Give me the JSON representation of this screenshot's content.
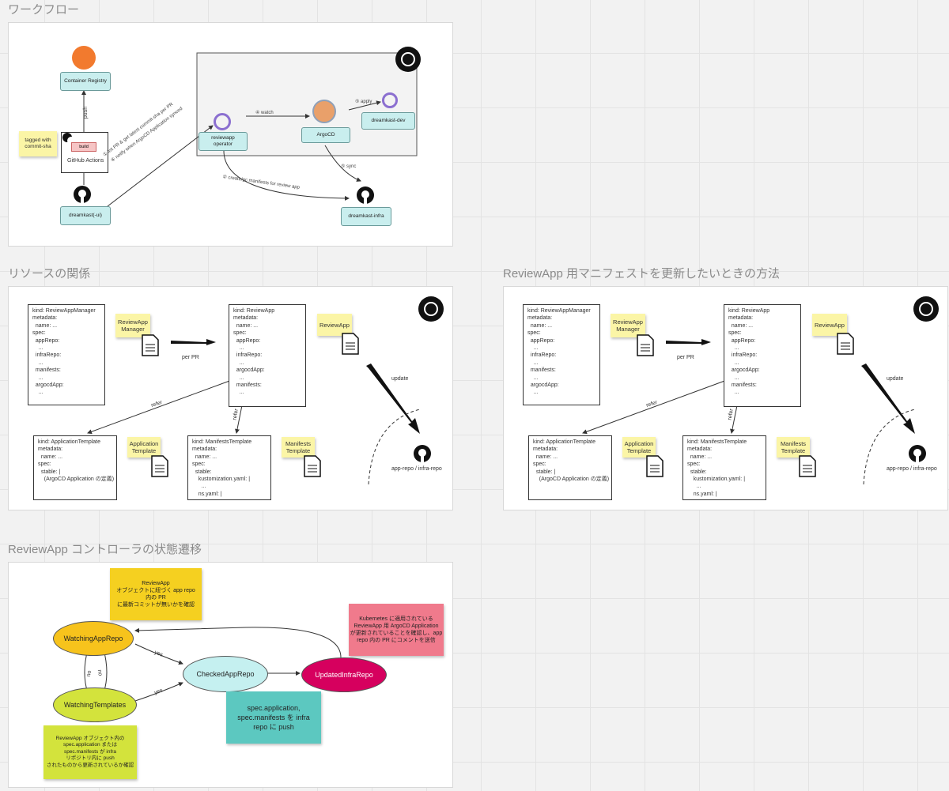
{
  "sections": {
    "workflow": "ワークフロー",
    "resources": "リソースの関係",
    "update_method": "ReviewApp 用マニフェストを更新したいときの方法",
    "state": "ReviewApp コントローラの状態遷移"
  },
  "workflow": {
    "container_registry": "Container Registry",
    "push": "push",
    "build": "build",
    "github_actions": "GitHub Actions",
    "tagged_note": "tagged with\ncommit-sha",
    "dreamkast_ui": "dreamkast(-ui)",
    "reviewapp_operator": "reviewapp\noperator",
    "argocd": "ArgoCD",
    "dreamkast_dev": "dreamkast-dev",
    "dreamkast_infra": "dreamkast-infra",
    "watch": "④ watch",
    "apply": "⑤ apply",
    "sync": "⑤ sync",
    "list_pr": "① list PR & get latest commit-sha per PR",
    "notify": "⑥ notify when ArgoCD Application synced",
    "create_manifests": "② create/gc manifests for review app"
  },
  "resources": {
    "manager_block": "kind: ReviewAppManager\nmetadata:\n  name: ...\nspec:\n  appRepo:\n    ...\n  infraRepo:\n    ...\n  manifests:\n    ...\n  argocdApp:\n    ...",
    "reviewapp_block": "kind: ReviewApp\nmetadata:\n  name: ...\nspec:\n  appRepo:\n    ...\n  infraRepo:\n    ...\n  argocdApp:\n    ...\n  manifests:\n    ...",
    "apptemplate_block": "kind: ApplicationTemplate\nmetadata:\n  name: ...\nspec:\n  stable: |\n    (ArgoCD Application の定義)",
    "manifeststemplate_block": "kind: ManifestsTemplate\nmetadata:\n  name: ...\nspec:\n  stable:\n    kustomization.yaml: |\n      ...\n    ns.yaml: |",
    "sticky_manager": "ReviewApp\nManager",
    "sticky_reviewapp": "ReviewApp",
    "sticky_apptemplate": "Application\nTemplate",
    "sticky_manifests": "Manifests\nTemplate",
    "per_pr": "per PR",
    "refer": "refer",
    "update": "update",
    "repos": "app-repo / infra-repo"
  },
  "state": {
    "note_top": "ReviewApp\nオブジェクトに紐づく app repo\n内の PR\nに最新コミットが無いかを確認",
    "note_pink": "Kubernetes に適用されている\nReviewApp 用 ArgoCD Application\nが更新されていることを確認し、app\nrepo 内の PR にコメントを送信",
    "note_teal": "spec.application,\nspec.manifests を infra\nrepo に push",
    "note_green": "ReviewApp オブジェクト内の\nspec.application または\nspec.manifests が infra\nリポジトリ内に push\nされたものから更新されているか確認",
    "watching_app": "WatchingAppRepo",
    "watching_tpl": "WatchingTemplates",
    "checked": "CheckedAppRepo",
    "updated": "UpdatedInfraRepo",
    "yes": "yes",
    "no": "no"
  },
  "colors": {
    "node_teal": "#c9eeee",
    "sticky": "#fbf5a6",
    "state_yellow": "#f7c31c",
    "state_green": "#d3e33c",
    "state_cyan": "#c5f0f0",
    "state_magenta": "#d6005e",
    "note_pink": "#f07a8c",
    "note_teal": "#5cc8c0"
  }
}
